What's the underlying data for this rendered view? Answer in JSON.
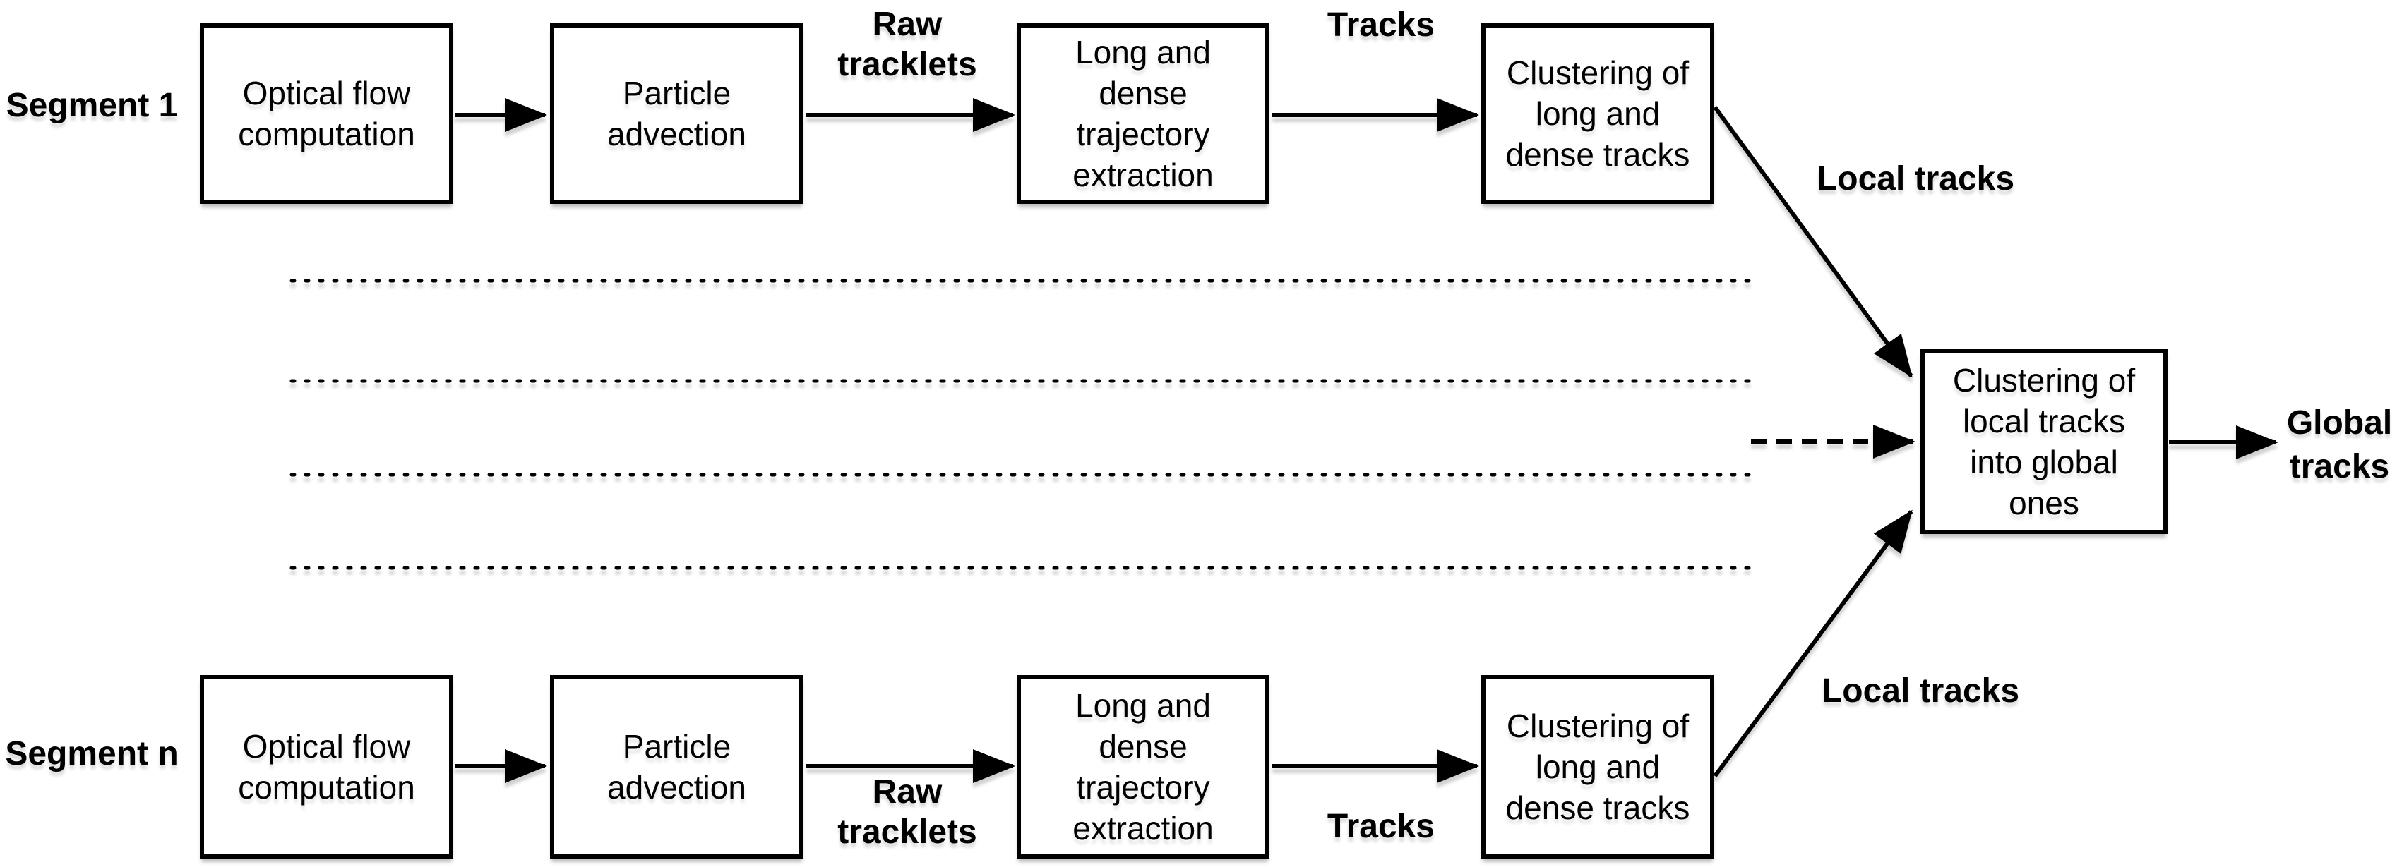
{
  "diagram": {
    "type": "flowchart",
    "background": "#ffffff",
    "stroke_color": "#000000",
    "box_fill": "#ffffff",
    "rows": [
      {
        "segment_label": "Segment 1",
        "boxes": [
          {
            "label": "Optical flow\ncomputation"
          },
          {
            "label": "Particle\nadvection"
          },
          {
            "label": "Long and\ndense\ntrajectory\nextraction"
          },
          {
            "label": "Clustering of\nlong and\ndense tracks"
          }
        ],
        "arrow_labels": [
          {
            "label": "Raw\ntracklets"
          },
          {
            "label": "Tracks"
          },
          {
            "label": "Local tracks"
          }
        ]
      },
      {
        "segment_label": "Segment n",
        "boxes": [
          {
            "label": "Optical flow\ncomputation"
          },
          {
            "label": "Particle\nadvection"
          },
          {
            "label": "Long and\ndense\ntrajectory\nextraction"
          },
          {
            "label": "Clustering of\nlong and\ndense tracks"
          }
        ],
        "arrow_labels": [
          {
            "label": "Raw\ntracklets"
          },
          {
            "label": "Tracks"
          },
          {
            "label": "Local tracks"
          }
        ]
      }
    ],
    "merge_box": {
      "label": "Clustering of\nlocal tracks\ninto global\nones"
    },
    "output_label": "Global\ntracks"
  }
}
